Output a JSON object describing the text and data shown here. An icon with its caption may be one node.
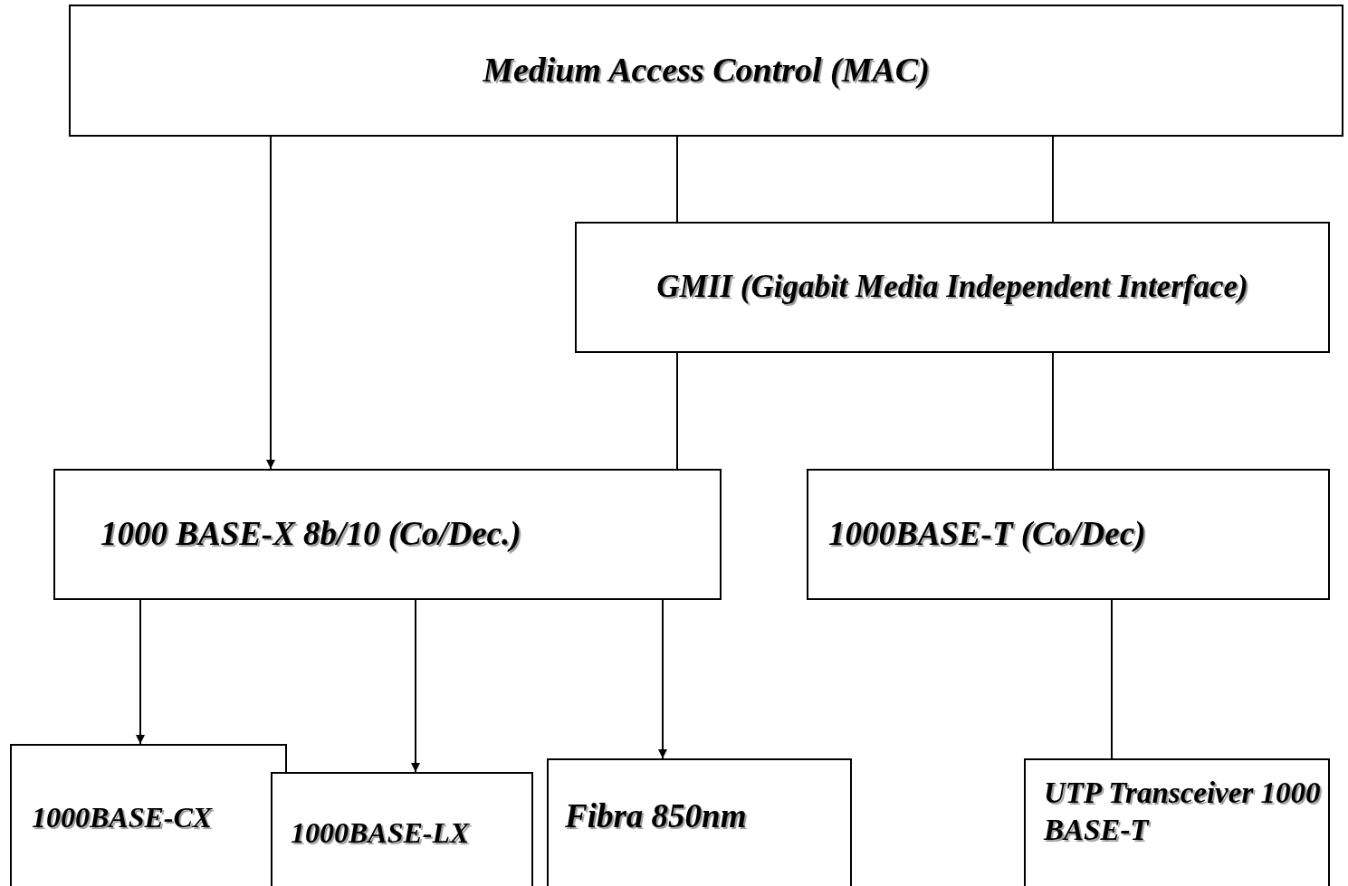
{
  "diagram": {
    "nodes": [
      {
        "text": [
          "Medium Access Control (MAC)"
        ]
      },
      {
        "text": [
          "GMII (Gigabit Media Independent  Interface)"
        ]
      },
      {
        "text": [
          "1000 BASE-X 8b/10  (Co/Dec.)"
        ]
      },
      {
        "text": [
          "1000BASE-T (Co/Dec)"
        ]
      },
      {
        "text": [
          "1000BASE-CX"
        ]
      },
      {
        "text": [
          "1000BASE-LX"
        ]
      },
      {
        "text": [
          "Fibra 850nm"
        ]
      },
      {
        "text": [
          "UTP  Transceiver 1000 BASE-T"
        ]
      }
    ],
    "edges": [
      {
        "from": 0,
        "to": 2,
        "arrow": "to"
      },
      {
        "from": 0,
        "to": 1,
        "arrow": "none"
      },
      {
        "from": 0,
        "to": 1,
        "arrow": "none"
      },
      {
        "from": 1,
        "to": 2,
        "arrow": "none"
      },
      {
        "from": 1,
        "to": 3,
        "arrow": "none"
      },
      {
        "from": 2,
        "to": 4,
        "arrow": "to"
      },
      {
        "from": 2,
        "to": 5,
        "arrow": "to"
      },
      {
        "from": 2,
        "to": 6,
        "arrow": "to"
      },
      {
        "from": 3,
        "to": 7,
        "arrow": "none"
      }
    ]
  }
}
